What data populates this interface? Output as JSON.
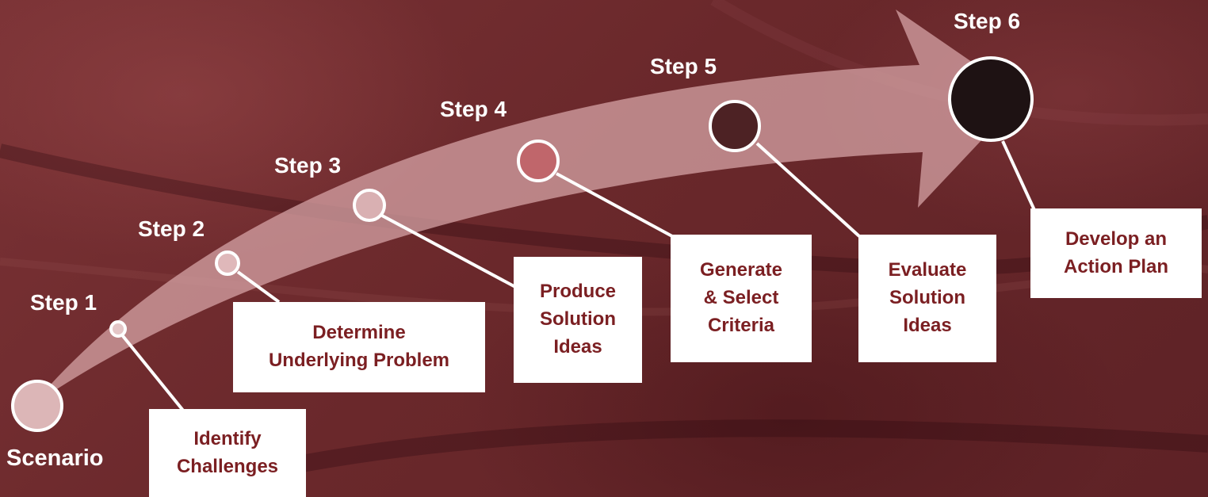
{
  "start": {
    "label": "Scenario"
  },
  "steps": [
    {
      "label": "Step 1",
      "text": [
        "Identify",
        "Challenges"
      ]
    },
    {
      "label": "Step 2",
      "text": [
        "Determine",
        "Underlying Problem"
      ]
    },
    {
      "label": "Step 3",
      "text": [
        "Produce",
        "Solution",
        "Ideas"
      ]
    },
    {
      "label": "Step 4",
      "text": [
        "Generate",
        "& Select",
        "Criteria"
      ]
    },
    {
      "label": "Step 5",
      "text": [
        "Evaluate",
        "Solution",
        "Ideas"
      ]
    },
    {
      "label": "Step 6",
      "text": [
        "Develop an",
        "Action Plan"
      ]
    }
  ],
  "colors": {
    "arrow": "#d6a3a5",
    "box_text": "#7b1f22",
    "node_fills": [
      "#dcb6b7",
      "#e4c6c7",
      "#dfb8ba",
      "#d9b0b2",
      "#c0666b",
      "#4d2224",
      "#1e1213"
    ],
    "connector": "#ffffff"
  }
}
